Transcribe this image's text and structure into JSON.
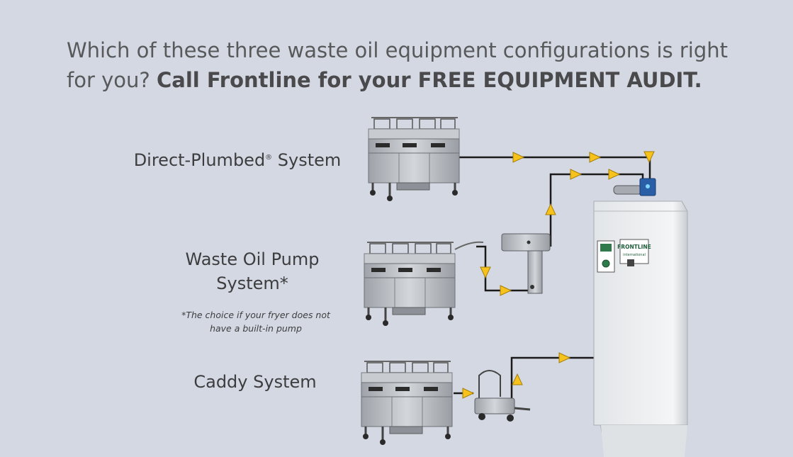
{
  "headline": {
    "part1": "Which of these three waste oil equipment configurations is right for you? ",
    "part2_bold": "Call Frontline for your FREE EQUIPMENT AUDIT."
  },
  "systems": [
    {
      "label": "Direct-Plumbed",
      "trademark": "®",
      "label_suffix": " System"
    },
    {
      "label_line1": "Waste Oil Pump",
      "label_line2": "System*",
      "note_line1": "*The choice if your fryer does not",
      "note_line2": "have a built-in pump"
    },
    {
      "label": "Caddy System"
    }
  ],
  "tank": {
    "brand_line1": "FRONTLINE",
    "brand_line2": "international"
  },
  "colors": {
    "background": "#d4d8e2",
    "arrow_fill": "#f7c21b",
    "pipe": "#1a1a1a",
    "fryer_steel": "#b4b7bc",
    "tank_white": "#eef0f2",
    "pump_blue": "#2a5fa8",
    "panel_green": "#2f7a4b"
  }
}
